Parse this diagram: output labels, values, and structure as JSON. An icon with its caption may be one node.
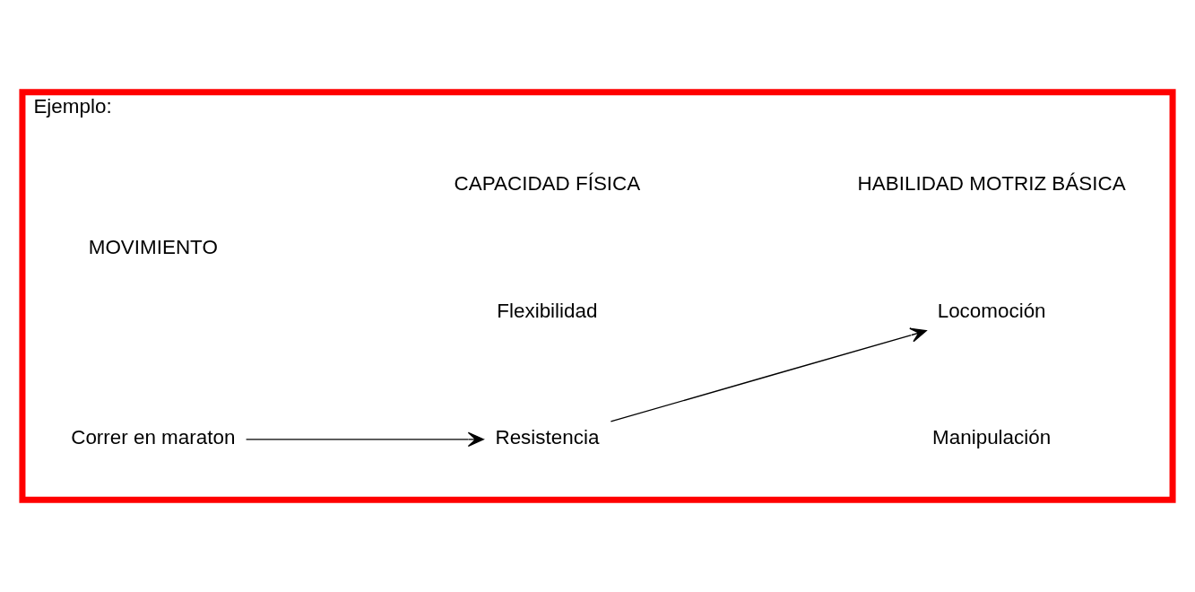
{
  "diagram": {
    "nodes": [
      {
        "text": [
          "Ejemplo:"
        ]
      },
      {
        "text": [
          "Correr en maraton"
        ],
        "in": 0
      },
      {
        "text": [
          "Resistencia"
        ],
        "in": 0
      },
      {
        "text": [
          "Locomoción"
        ],
        "in": 0
      }
    ],
    "edges": [
      {
        "from": 1,
        "to": 2,
        "arrow": "to"
      },
      {
        "from": 2,
        "to": 3,
        "arrow": "to"
      }
    ],
    "labels": [
      "MOVIMIENTO",
      "CAPACIDAD FÍSICA",
      "HABILIDAD MOTRIZ BÁSICA",
      "Flexibilidad",
      "Manipulación"
    ]
  }
}
